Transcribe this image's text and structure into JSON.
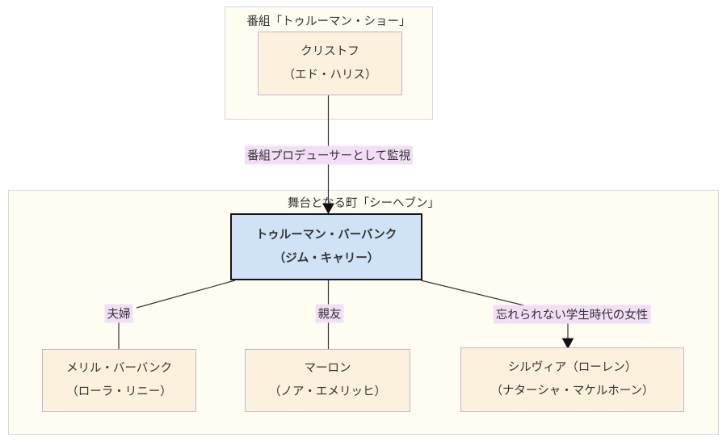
{
  "clusters": {
    "show": {
      "label": "番組「トゥルーマン・ショー」",
      "christof": {
        "line1": "クリストフ",
        "line2": "（エド・ハリス）"
      }
    },
    "town": {
      "label": "舞台となる町「シーヘブン」",
      "truman": {
        "line1": "トゥルーマン・バーバンク",
        "line2": "（ジム・キャリー）"
      },
      "meryl": {
        "line1": "メリル・バーバンク",
        "line2": "（ローラ・リニー）"
      },
      "marlon": {
        "line1": "マーロン",
        "line2": "（ノア・エメリッヒ）"
      },
      "sylvia": {
        "line1": "シルヴィア（ローレン）",
        "line2": "（ナターシャ・マケルホーン）"
      }
    }
  },
  "edges": {
    "producer_watch": "番組プロデューサーとして監視",
    "wife": "夫婦",
    "best_friend": "親友",
    "unforgettable": "忘れられない学生時代の女性"
  },
  "colors": {
    "cluster_bg": "#fffdf2",
    "cluster_border": "#e0d0e0",
    "node_bg": "#fcf1dc",
    "node_border": "#c5b3d8",
    "truman_bg": "#cfe2f6",
    "truman_border": "#15161a",
    "edge_label_bg": "#f2def5",
    "line": "#333333",
    "text": "#333333",
    "page_bg": "#ffffff"
  }
}
